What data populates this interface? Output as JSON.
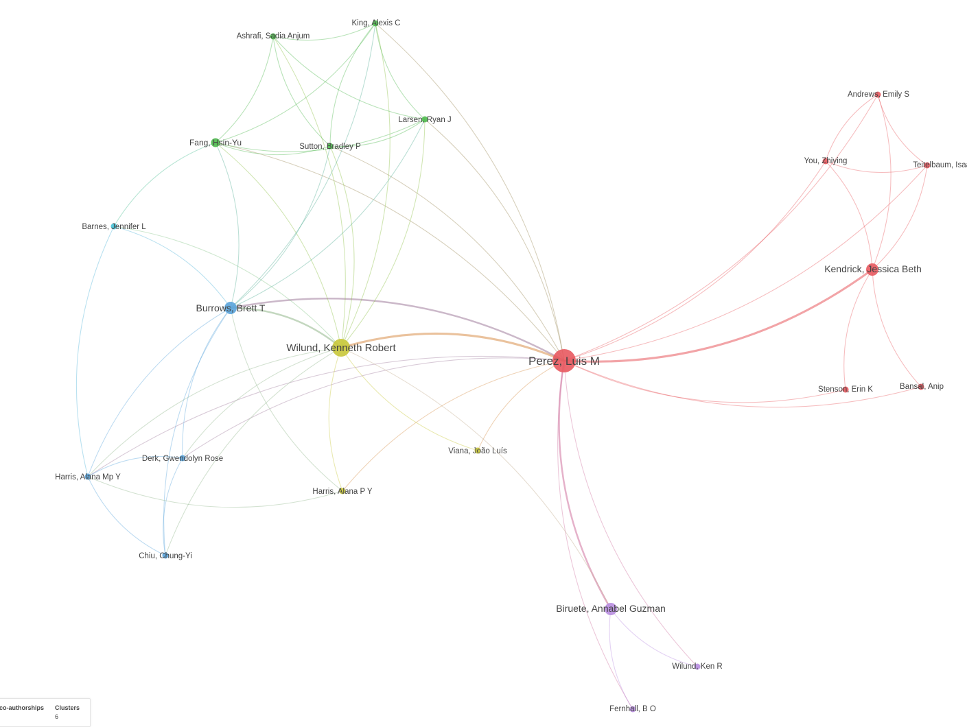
{
  "network": {
    "clusters": {
      "red": "#e8595f",
      "green": "#4fba4f",
      "blue": "#5aa4dc",
      "yellow": "#c9c83a",
      "purple": "#b88de0",
      "cyan": "#45c3d8"
    },
    "nodes": [
      {
        "id": "perez",
        "label": "Perez, Luis M",
        "cluster": "red",
        "size": "xl"
      },
      {
        "id": "wilund_kr",
        "label": "Wilund, Kenneth Robert",
        "cluster": "yellow",
        "size": "lg"
      },
      {
        "id": "burrows",
        "label": "Burrows, Brett T",
        "cluster": "blue",
        "size": "md"
      },
      {
        "id": "kendrick",
        "label": "Kendrick, Jessica Beth",
        "cluster": "red",
        "size": "md"
      },
      {
        "id": "biruete",
        "label": "Biruete, Annabel Guzman",
        "cluster": "purple",
        "size": "md"
      },
      {
        "id": "fang",
        "label": "Fang, Hsin-Yu",
        "cluster": "green",
        "size": "sm"
      },
      {
        "id": "ashrafi",
        "label": "Ashrafi, Sadia Anjum",
        "cluster": "green",
        "size": "xs"
      },
      {
        "id": "king",
        "label": "King, Alexis C",
        "cluster": "green",
        "size": "xs"
      },
      {
        "id": "larsen",
        "label": "Larsen, Ryan J",
        "cluster": "green",
        "size": "xs"
      },
      {
        "id": "sutton",
        "label": "Sutton, Bradley P",
        "cluster": "green",
        "size": "xs"
      },
      {
        "id": "barnes",
        "label": "Barnes, Jennifer L",
        "cluster": "cyan",
        "size": "xs"
      },
      {
        "id": "derk",
        "label": "Derk, Gwendolyn Rose",
        "cluster": "blue",
        "size": "xs"
      },
      {
        "id": "harris_amy",
        "label": "Harris, Alana Mp Y",
        "cluster": "blue",
        "size": "xs"
      },
      {
        "id": "chiu",
        "label": "Chiu, Chung-Yi",
        "cluster": "blue",
        "size": "xs"
      },
      {
        "id": "harris_apy",
        "label": "Harris, Alana P Y",
        "cluster": "yellow",
        "size": "xs"
      },
      {
        "id": "viana",
        "label": "Viana, João Luís",
        "cluster": "yellow",
        "size": "xs"
      },
      {
        "id": "andrews",
        "label": "Andrews, Emily S",
        "cluster": "red",
        "size": "xs"
      },
      {
        "id": "you",
        "label": "You, Zhiying",
        "cluster": "red",
        "size": "xs"
      },
      {
        "id": "teitelbaum",
        "label": "Teitelbaum, Isaac",
        "cluster": "red",
        "size": "xs"
      },
      {
        "id": "stenson",
        "label": "Stenson, Erin K",
        "cluster": "red",
        "size": "xs"
      },
      {
        "id": "bansal",
        "label": "Bansal, Anip",
        "cluster": "red",
        "size": "xs"
      },
      {
        "id": "wilund_ken",
        "label": "Wilund, Ken R",
        "cluster": "purple",
        "size": "xs"
      },
      {
        "id": "fernhall",
        "label": "Fernhall, B O",
        "cluster": "purple",
        "size": "xs"
      }
    ],
    "links": [
      [
        "perez",
        "wilund_kr",
        3
      ],
      [
        "perez",
        "burrows",
        2
      ],
      [
        "perez",
        "kendrick",
        3
      ],
      [
        "perez",
        "biruete",
        2
      ],
      [
        "perez",
        "fang",
        1
      ],
      [
        "perez",
        "king",
        1
      ],
      [
        "perez",
        "larsen",
        1
      ],
      [
        "perez",
        "sutton",
        1
      ],
      [
        "perez",
        "derk",
        1
      ],
      [
        "perez",
        "harris_amy",
        1
      ],
      [
        "perez",
        "harris_apy",
        1
      ],
      [
        "perez",
        "viana",
        1
      ],
      [
        "perez",
        "andrews",
        1
      ],
      [
        "perez",
        "you",
        1
      ],
      [
        "perez",
        "teitelbaum",
        1
      ],
      [
        "perez",
        "stenson",
        1
      ],
      [
        "perez",
        "bansal",
        1
      ],
      [
        "perez",
        "wilund_ken",
        1
      ],
      [
        "perez",
        "fernhall",
        1
      ],
      [
        "kendrick",
        "andrews",
        1
      ],
      [
        "kendrick",
        "you",
        1
      ],
      [
        "kendrick",
        "teitelbaum",
        1
      ],
      [
        "kendrick",
        "stenson",
        1
      ],
      [
        "kendrick",
        "bansal",
        1
      ],
      [
        "andrews",
        "you",
        1
      ],
      [
        "andrews",
        "teitelbaum",
        1
      ],
      [
        "you",
        "teitelbaum",
        1
      ],
      [
        "biruete",
        "wilund_ken",
        1
      ],
      [
        "biruete",
        "fernhall",
        1
      ],
      [
        "biruete",
        "wilund_kr",
        1
      ],
      [
        "wilund_kr",
        "burrows",
        2
      ],
      [
        "wilund_kr",
        "fang",
        1
      ],
      [
        "wilund_kr",
        "king",
        1
      ],
      [
        "wilund_kr",
        "larsen",
        1
      ],
      [
        "wilund_kr",
        "sutton",
        1
      ],
      [
        "wilund_kr",
        "ashrafi",
        1
      ],
      [
        "wilund_kr",
        "barnes",
        1
      ],
      [
        "wilund_kr",
        "harris_apy",
        1
      ],
      [
        "wilund_kr",
        "viana",
        1
      ],
      [
        "wilund_kr",
        "harris_amy",
        1
      ],
      [
        "wilund_kr",
        "derk",
        1
      ],
      [
        "wilund_kr",
        "chiu",
        1
      ],
      [
        "burrows",
        "fang",
        1
      ],
      [
        "burrows",
        "king",
        1
      ],
      [
        "burrows",
        "sutton",
        1
      ],
      [
        "burrows",
        "larsen",
        1
      ],
      [
        "burrows",
        "barnes",
        1
      ],
      [
        "burrows",
        "derk",
        1
      ],
      [
        "burrows",
        "harris_amy",
        1
      ],
      [
        "burrows",
        "chiu",
        1
      ],
      [
        "burrows",
        "harris_apy",
        1
      ],
      [
        "fang",
        "barnes",
        1
      ],
      [
        "fang",
        "ashrafi",
        1
      ],
      [
        "fang",
        "king",
        1
      ],
      [
        "fang",
        "sutton",
        1
      ],
      [
        "fang",
        "larsen",
        1
      ],
      [
        "ashrafi",
        "king",
        1
      ],
      [
        "ashrafi",
        "sutton",
        1
      ],
      [
        "ashrafi",
        "larsen",
        1
      ],
      [
        "king",
        "sutton",
        1
      ],
      [
        "king",
        "larsen",
        1
      ],
      [
        "sutton",
        "larsen",
        1
      ],
      [
        "barnes",
        "harris_amy",
        1
      ],
      [
        "derk",
        "harris_amy",
        1
      ],
      [
        "derk",
        "chiu",
        1
      ],
      [
        "harris_amy",
        "chiu",
        1
      ],
      [
        "harris_amy",
        "harris_apy",
        1
      ]
    ]
  },
  "legend": {
    "items": [
      {
        "label": "co-authorships",
        "value": ""
      },
      {
        "label": "Clusters",
        "value": "6"
      }
    ]
  }
}
